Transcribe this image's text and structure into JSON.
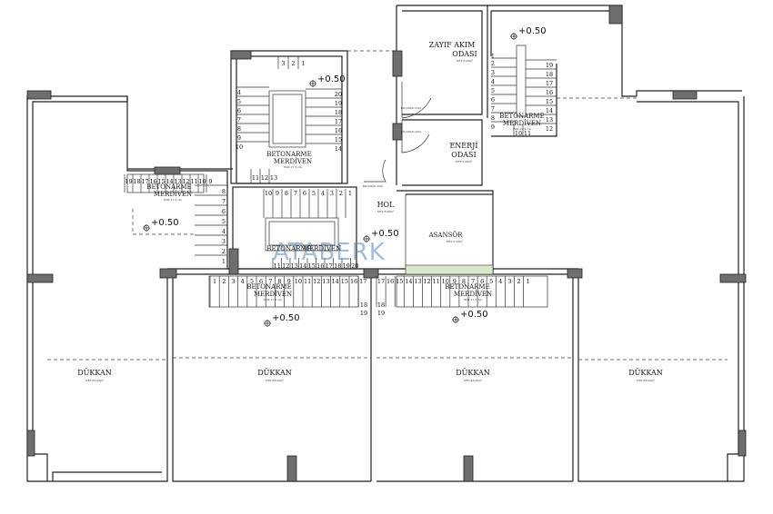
{
  "rooms": {
    "shop_left": {
      "name": "DÜKKAN",
      "area": "NET:65.00m²"
    },
    "shop_mid_left": {
      "name": "DÜKKAN",
      "area": "NET:46.00m²"
    },
    "shop_mid_right": {
      "name": "DÜKKAN",
      "area": "NET:46.00m²"
    },
    "shop_right": {
      "name": "DÜKKAN",
      "area": "NET:46.00m²"
    },
    "weak_current_room": {
      "name_line1": "ZAYIF AKIM",
      "name_line2": "ODASI",
      "area": "NET:5.00m²"
    },
    "energy_room": {
      "name_line1": "ENERJİ",
      "name_line2": "ODASI",
      "area": "NET:6.00m²"
    },
    "hall": {
      "name": "HOL",
      "area": "NET:8.00m²"
    },
    "elevator": {
      "name": "ASANSÖR",
      "area": "NET:5.25m²"
    }
  },
  "doors": {
    "d1": "KD(100/h:220)",
    "d2": "KD(100/h:220)",
    "d3": "KD(100/h:220)"
  },
  "stairs_label": {
    "line1": "BETONARME",
    "line2": "MERDİVEN",
    "small": "Rıht:17,5 cm"
  },
  "levels": {
    "center_top": "+0.50",
    "top_right": "+0.50",
    "left_small": "+0.50",
    "hall": "+0.50",
    "shop_mid_left": "+0.50",
    "shop_mid_right": "+0.50"
  },
  "watermark": "ATABERK",
  "step_numbers": {
    "center_top_stair_top": [
      "3",
      "2",
      "1"
    ],
    "center_top_stair_left": [
      "4",
      "5",
      "6",
      "7",
      "8",
      "9",
      "10"
    ],
    "center_top_stair_right": [
      "20",
      "19",
      "18",
      "17",
      "16",
      "15",
      "14"
    ],
    "center_top_stair_bottom": [
      "11",
      "12",
      "13"
    ],
    "center_low_stair": [
      "10",
      "9",
      "8",
      "7",
      "6",
      "5",
      "4",
      "3",
      "2",
      "1"
    ],
    "center_low_stair_bottom": [
      "11",
      "12",
      "13",
      "14",
      "15",
      "16",
      "17",
      "18",
      "19",
      "20"
    ],
    "right_stair_left": [
      "2",
      "3",
      "4",
      "5",
      "6",
      "7",
      "8",
      "9"
    ],
    "right_stair_right": [
      "19",
      "18",
      "17",
      "16",
      "15",
      "14",
      "13",
      "12"
    ],
    "right_stair_top": [
      "1"
    ],
    "right_stair_bottom": [
      "10",
      "11"
    ],
    "left_stair_top": [
      "19",
      "18",
      "17",
      "16",
      "15",
      "14",
      "13",
      "12",
      "11",
      "10",
      "9"
    ],
    "left_stair_side": [
      "8",
      "7",
      "6",
      "5",
      "4",
      "3",
      "2",
      "1"
    ],
    "shop_mid_left_stair": [
      "1",
      "2",
      "3",
      "4",
      "5",
      "6",
      "7",
      "8",
      "9",
      "10",
      "11",
      "12",
      "13",
      "14",
      "15",
      "16",
      "17"
    ],
    "shop_mid_left_stair_end": [
      "18",
      "19"
    ],
    "shop_mid_right_stair": [
      "17",
      "16",
      "15",
      "14",
      "13",
      "12",
      "11",
      "10",
      "9",
      "8",
      "7",
      "6",
      "5",
      "4",
      "3",
      "2",
      "1"
    ],
    "shop_mid_right_stair_end": [
      "18",
      "19"
    ]
  }
}
